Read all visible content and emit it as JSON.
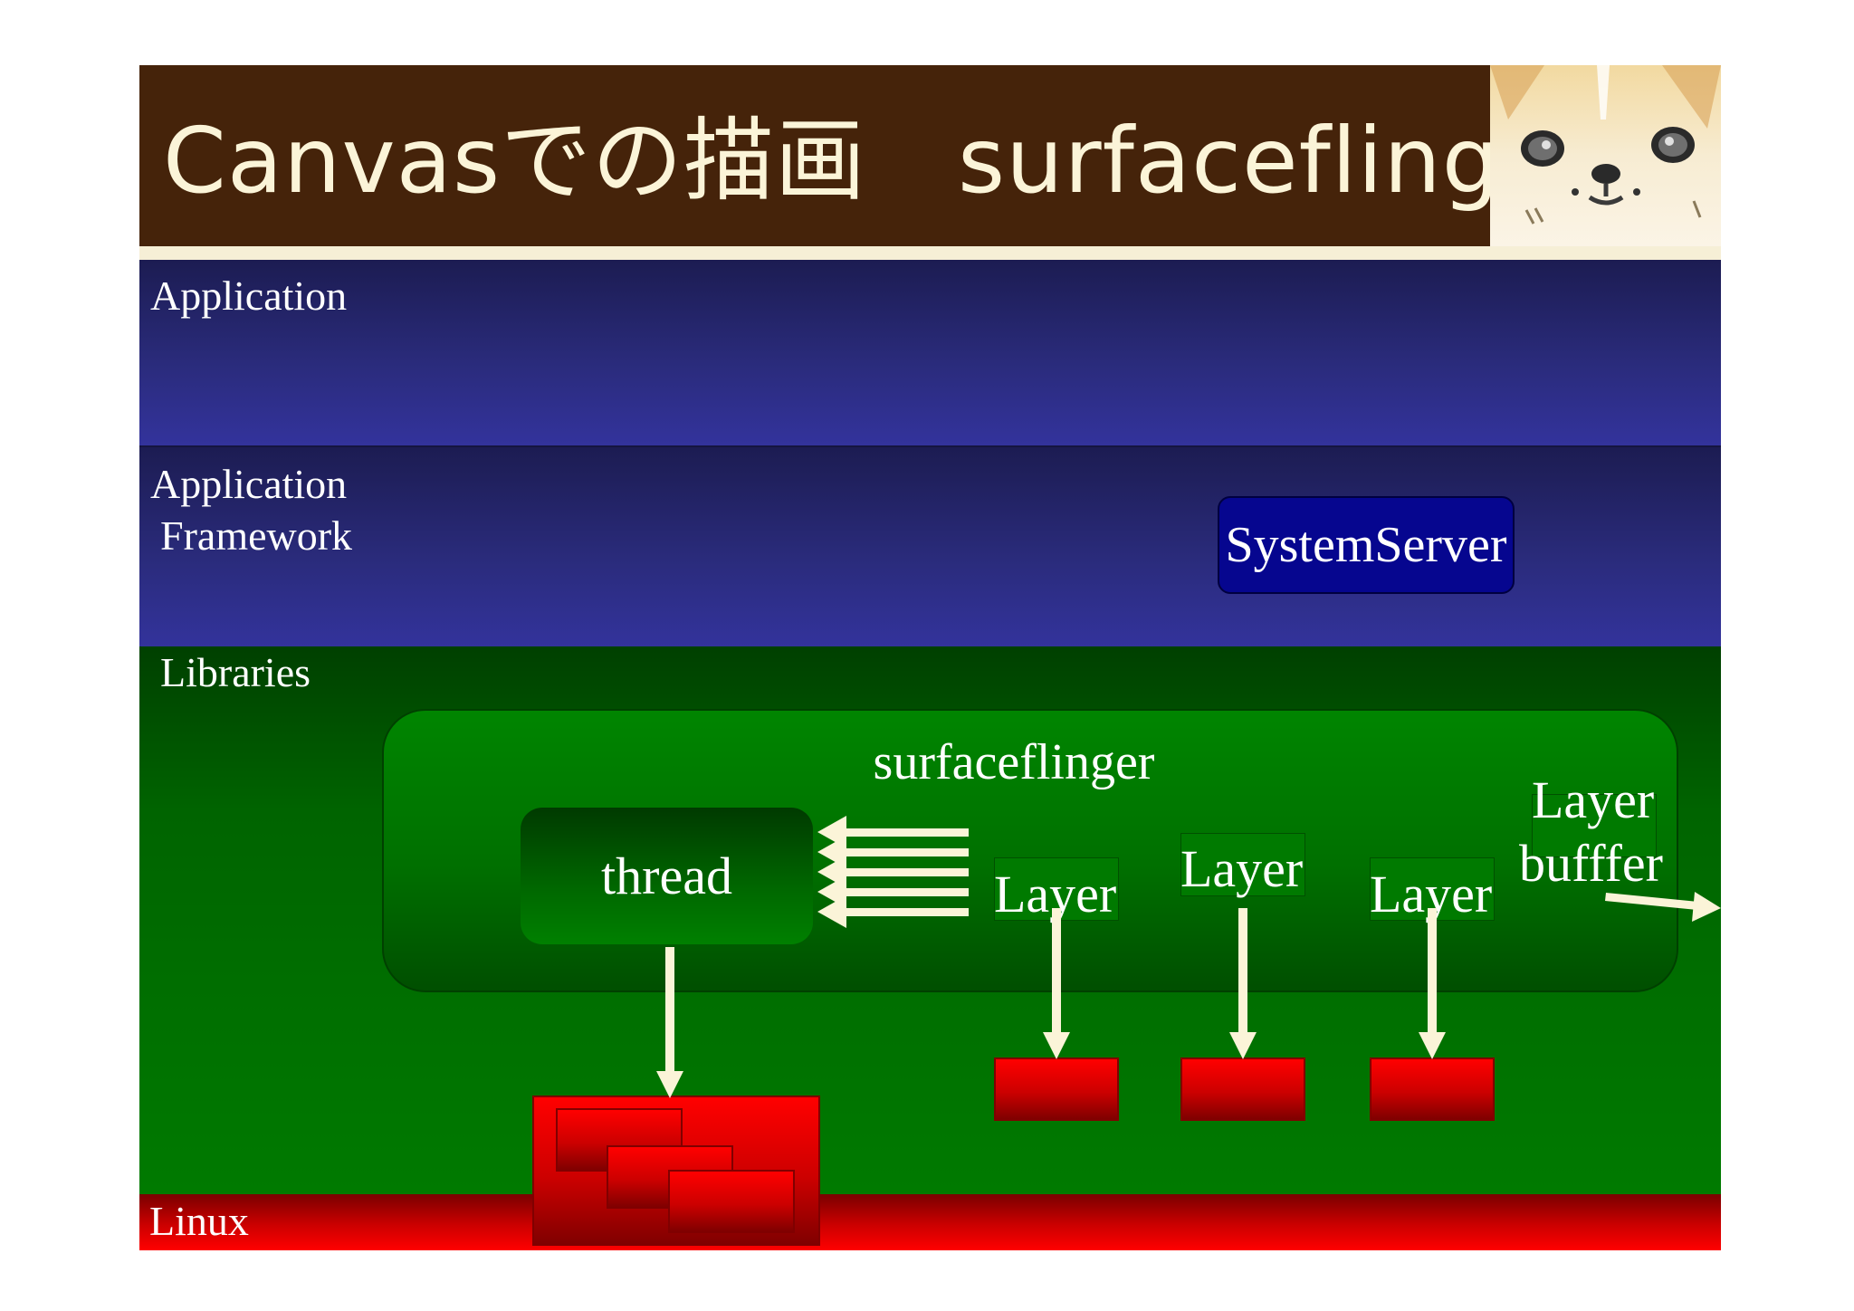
{
  "title": "Canvasでの描画　surfaceflinger",
  "layers": {
    "application": "Application",
    "framework_line1": "Application",
    "framework_line2": "Framework",
    "libraries": "Libraries",
    "linux": "Linux"
  },
  "components": {
    "system_server": "SystemServer",
    "surfaceflinger": "surfaceflinger",
    "thread": "thread",
    "layer_1": "Layer",
    "layer_2": "Layer",
    "layer_3": "Layer",
    "layer_buffer_line1": "Layer",
    "layer_buffer_line2": "bufffer"
  },
  "colors": {
    "title_bg": "#45230a",
    "title_text": "#fbf4d8",
    "application_band": "#2a2b7b",
    "libraries_band": "#007a00",
    "linux_band": "#cc0000",
    "system_server": "#06068f",
    "arrows": "#fbf4d8"
  }
}
